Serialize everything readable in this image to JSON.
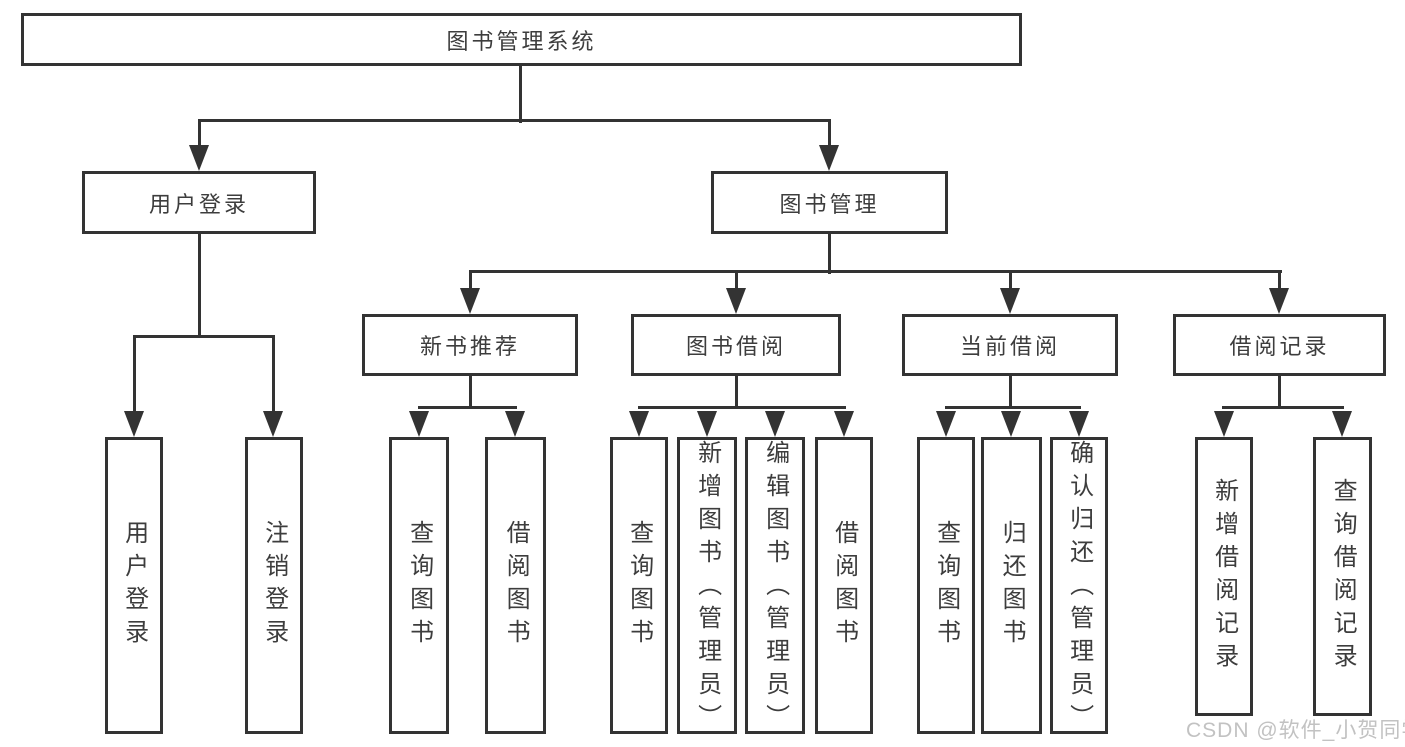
{
  "diagram_title": "图书管理系统",
  "tree": {
    "root": {
      "label": "图书管理系统"
    },
    "branches": [
      {
        "label": "用户登录",
        "children": [
          {
            "label": "用户登录"
          },
          {
            "label": "注销登录"
          }
        ]
      },
      {
        "label": "图书管理",
        "children": [
          {
            "label": "新书推荐",
            "children": [
              {
                "label": "查询图书"
              },
              {
                "label": "借阅图书"
              }
            ]
          },
          {
            "label": "图书借阅",
            "children": [
              {
                "label": "查询图书"
              },
              {
                "label": "新增图书（管理员）"
              },
              {
                "label": "编辑图书（管理员）"
              },
              {
                "label": "借阅图书"
              }
            ]
          },
          {
            "label": "当前借阅",
            "children": [
              {
                "label": "查询图书"
              },
              {
                "label": "归还图书"
              },
              {
                "label": "确认归还（管理员）"
              }
            ]
          },
          {
            "label": "借阅记录",
            "children": [
              {
                "label": "新增借阅记录"
              },
              {
                "label": "查询借阅记录"
              }
            ]
          }
        ]
      }
    ]
  },
  "watermark": {
    "text": "CSDN @软件_小贺同学"
  },
  "colors": {
    "line": "#333333",
    "text": "#3d3d3d",
    "watermark": "#c2c2c2",
    "background": "#ffffff"
  }
}
